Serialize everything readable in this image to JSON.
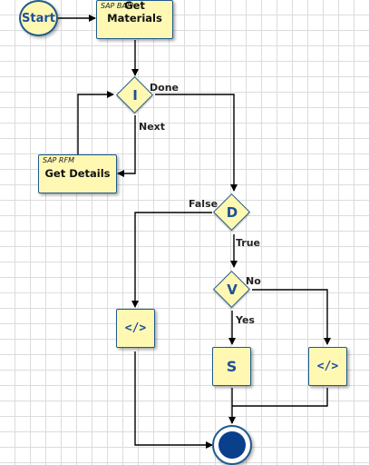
{
  "nodes": {
    "start": "Start",
    "get_materials": {
      "type": "SAP BAPI",
      "name": "Get Materials"
    },
    "gateway_i": "I",
    "get_details": {
      "type": "SAP RFM",
      "name": "Get Details"
    },
    "gateway_d": "D",
    "gateway_v": "V",
    "code_left": "</>",
    "step_s": "S",
    "code_right": "</>"
  },
  "edges": {
    "done": "Done",
    "next": "Next",
    "false": "False",
    "true": "True",
    "no": "No",
    "yes": "Yes"
  },
  "colors": {
    "node_fill": "#fff8b3",
    "node_border": "#1f5a8c",
    "node_text": "#1f4f9a",
    "end_fill": "#0a3f8c",
    "connector": "#000000"
  }
}
